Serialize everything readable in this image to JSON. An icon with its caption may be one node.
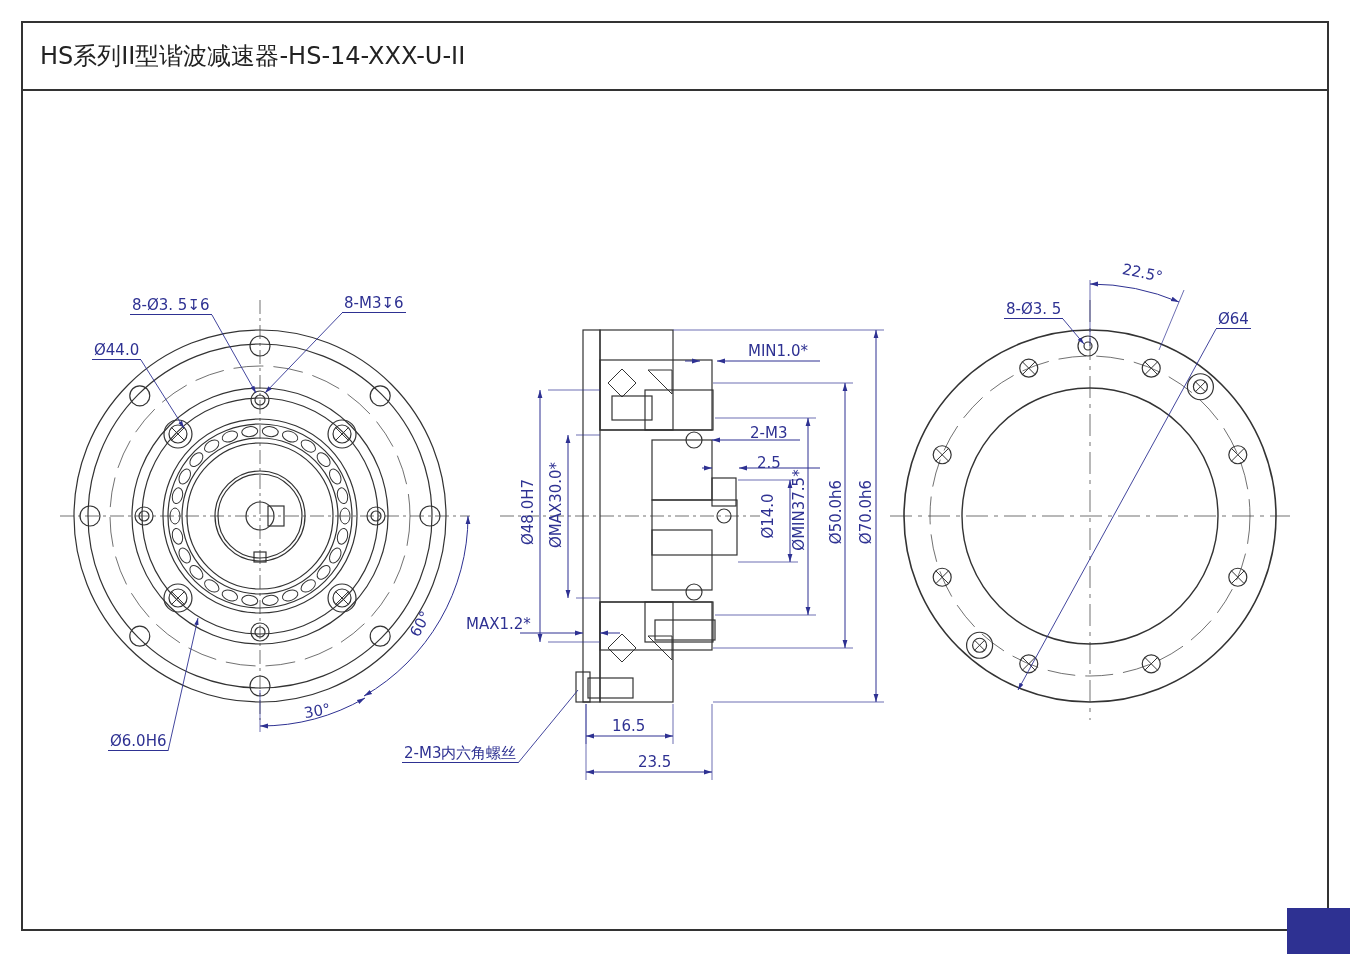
{
  "diagram": {
    "title": "HS系列II型谐波减速器-HS-14-XXX-U-II",
    "nodes": [
      {
        "text": [
          "8-Ø3. 5↧6"
        ]
      },
      {
        "text": [
          "8-M3↧6"
        ]
      },
      {
        "text": [
          "Ø44.0"
        ]
      },
      {
        "text": [
          "Ø6.0H6"
        ]
      },
      {
        "text": [
          "2-M3内六角螺丝"
        ]
      },
      {
        "text": [
          "8-Ø3. 5"
        ]
      },
      {
        "text": [
          "Ø64"
        ]
      }
    ],
    "edges": [
      {
        "from": 0,
        "to": null,
        "arrow": "to"
      },
      {
        "from": 1,
        "to": null,
        "arrow": "to"
      },
      {
        "from": 2,
        "to": null,
        "arrow": "to"
      },
      {
        "from": 3,
        "to": null,
        "arrow": "to"
      },
      {
        "from": 4,
        "to": null,
        "arrow": "none"
      },
      {
        "from": 5,
        "to": null,
        "arrow": "to"
      },
      {
        "from": 6,
        "to": null,
        "arrow": "to"
      }
    ],
    "labels": [
      "60°",
      "30°",
      "MIN1.0*",
      "2-M3",
      "2.5",
      "Ø48.0H7",
      "ØMAX30.0*",
      "Ø14.0",
      "ØMIN37.5*",
      "Ø50.0h6",
      "Ø70.0h6",
      "MAX1.2*",
      "16.5",
      "23.5",
      "22.5°"
    ]
  }
}
